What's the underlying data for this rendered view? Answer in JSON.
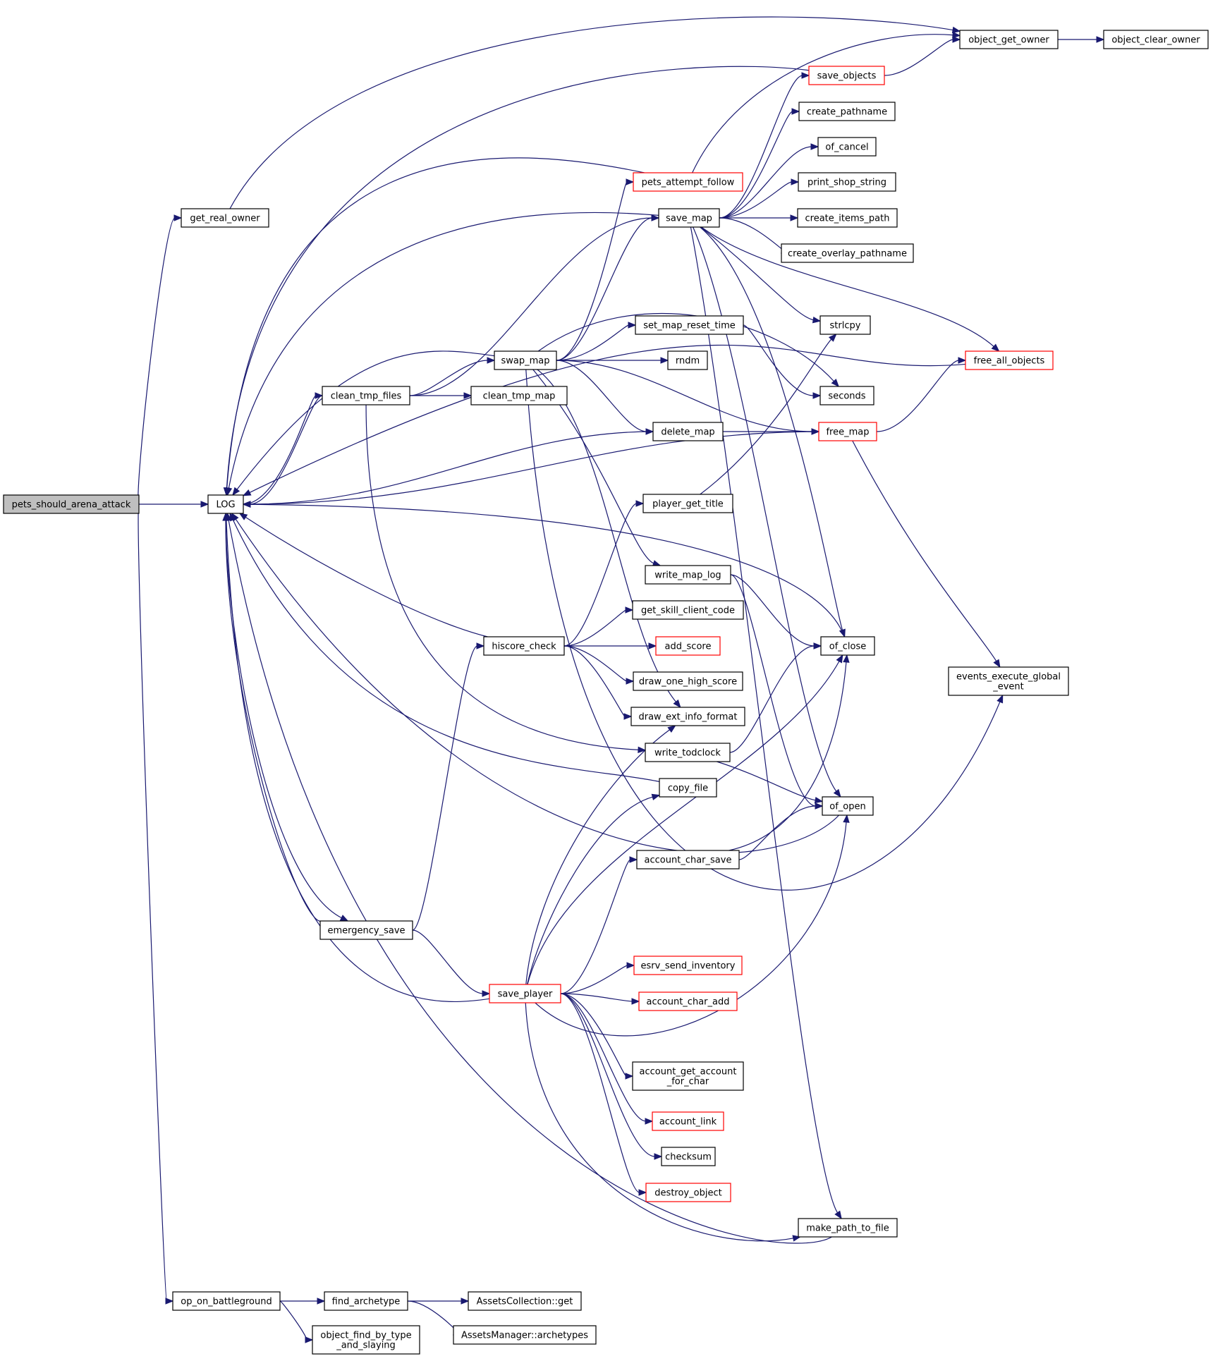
{
  "graph": {
    "edge_color": "#191970",
    "red_border_color": "#ff0000",
    "root_fill": "#bfbfbf",
    "nodes": [
      {
        "id": "pets_should_arena_attack",
        "label": "pets_should_arena_attack",
        "style": "root"
      },
      {
        "id": "LOG",
        "label": "LOG"
      },
      {
        "id": "get_real_owner",
        "label": "get_real_owner"
      },
      {
        "id": "op_on_battleground",
        "label": "op_on_battleground"
      },
      {
        "id": "object_get_owner",
        "label": "object_get_owner"
      },
      {
        "id": "object_clear_owner",
        "label": "object_clear_owner"
      },
      {
        "id": "save_objects",
        "label": "save_objects",
        "style": "red"
      },
      {
        "id": "create_pathname",
        "label": "create_pathname"
      },
      {
        "id": "of_cancel",
        "label": "of_cancel"
      },
      {
        "id": "pets_attempt_follow",
        "label": "pets_attempt_follow",
        "style": "red"
      },
      {
        "id": "print_shop_string",
        "label": "print_shop_string"
      },
      {
        "id": "save_map",
        "label": "save_map"
      },
      {
        "id": "create_items_path",
        "label": "create_items_path"
      },
      {
        "id": "create_overlay_pathname",
        "label": "create_overlay_pathname"
      },
      {
        "id": "strlcpy",
        "label": "strlcpy"
      },
      {
        "id": "set_map_reset_time",
        "label": "set_map_reset_time"
      },
      {
        "id": "swap_map",
        "label": "swap_map"
      },
      {
        "id": "rndm",
        "label": "rndm"
      },
      {
        "id": "free_all_objects",
        "label": "free_all_objects",
        "style": "red"
      },
      {
        "id": "clean_tmp_files",
        "label": "clean_tmp_files"
      },
      {
        "id": "clean_tmp_map",
        "label": "clean_tmp_map"
      },
      {
        "id": "seconds",
        "label": "seconds"
      },
      {
        "id": "delete_map",
        "label": "delete_map"
      },
      {
        "id": "free_map",
        "label": "free_map",
        "style": "red"
      },
      {
        "id": "player_get_title",
        "label": "player_get_title"
      },
      {
        "id": "write_map_log",
        "label": "write_map_log"
      },
      {
        "id": "get_skill_client_code",
        "label": "get_skill_client_code"
      },
      {
        "id": "hiscore_check",
        "label": "hiscore_check"
      },
      {
        "id": "add_score",
        "label": "add_score",
        "style": "red"
      },
      {
        "id": "of_close",
        "label": "of_close"
      },
      {
        "id": "draw_one_high_score",
        "label": "draw_one_high_score"
      },
      {
        "id": "events_execute_global_event",
        "label": "events_execute_global\n_event"
      },
      {
        "id": "draw_ext_info_format",
        "label": "draw_ext_info_format"
      },
      {
        "id": "write_todclock",
        "label": "write_todclock"
      },
      {
        "id": "copy_file",
        "label": "copy_file"
      },
      {
        "id": "of_open",
        "label": "of_open"
      },
      {
        "id": "account_char_save",
        "label": "account_char_save"
      },
      {
        "id": "emergency_save",
        "label": "emergency_save"
      },
      {
        "id": "esrv_send_inventory",
        "label": "esrv_send_inventory",
        "style": "red"
      },
      {
        "id": "save_player",
        "label": "save_player",
        "style": "red"
      },
      {
        "id": "account_char_add",
        "label": "account_char_add",
        "style": "red"
      },
      {
        "id": "account_get_account_for_char",
        "label": "account_get_account\n_for_char"
      },
      {
        "id": "account_link",
        "label": "account_link",
        "style": "red"
      },
      {
        "id": "checksum",
        "label": "checksum"
      },
      {
        "id": "destroy_object",
        "label": "destroy_object",
        "style": "red"
      },
      {
        "id": "make_path_to_file",
        "label": "make_path_to_file"
      },
      {
        "id": "find_archetype",
        "label": "find_archetype"
      },
      {
        "id": "AssetsCollection_get",
        "label": "AssetsCollection::get"
      },
      {
        "id": "object_find_by_type_and_slaying",
        "label": "object_find_by_type\n_and_slaying"
      },
      {
        "id": "AssetsManager_archetypes",
        "label": "AssetsManager::archetypes"
      }
    ],
    "edges": [
      [
        "pets_should_arena_attack",
        "get_real_owner"
      ],
      [
        "pets_should_arena_attack",
        "LOG"
      ],
      [
        "pets_should_arena_attack",
        "op_on_battleground"
      ],
      [
        "get_real_owner",
        "object_get_owner"
      ],
      [
        "object_get_owner",
        "object_clear_owner"
      ],
      [
        "save_objects",
        "object_get_owner"
      ],
      [
        "save_objects",
        "LOG"
      ],
      [
        "pets_attempt_follow",
        "object_get_owner"
      ],
      [
        "pets_attempt_follow",
        "LOG"
      ],
      [
        "save_map",
        "LOG"
      ],
      [
        "save_map",
        "save_objects"
      ],
      [
        "save_map",
        "create_pathname"
      ],
      [
        "save_map",
        "of_cancel"
      ],
      [
        "save_map",
        "print_shop_string"
      ],
      [
        "save_map",
        "create_items_path"
      ],
      [
        "save_map",
        "create_overlay_pathname"
      ],
      [
        "save_map",
        "strlcpy"
      ],
      [
        "save_map",
        "free_all_objects"
      ],
      [
        "save_map",
        "of_close"
      ],
      [
        "save_map",
        "of_open"
      ],
      [
        "save_map",
        "make_path_to_file"
      ],
      [
        "swap_map",
        "pets_attempt_follow"
      ],
      [
        "swap_map",
        "save_map"
      ],
      [
        "swap_map",
        "set_map_reset_time"
      ],
      [
        "swap_map",
        "rndm"
      ],
      [
        "swap_map",
        "free_map"
      ],
      [
        "swap_map",
        "delete_map"
      ],
      [
        "swap_map",
        "LOG"
      ],
      [
        "swap_map",
        "write_map_log"
      ],
      [
        "swap_map",
        "draw_ext_info_format"
      ],
      [
        "swap_map",
        "events_execute_global_event"
      ],
      [
        "swap_map",
        "seconds"
      ],
      [
        "clean_tmp_files",
        "LOG"
      ],
      [
        "clean_tmp_files",
        "save_map"
      ],
      [
        "clean_tmp_files",
        "swap_map"
      ],
      [
        "clean_tmp_files",
        "clean_tmp_map"
      ],
      [
        "clean_tmp_files",
        "write_todclock"
      ],
      [
        "set_map_reset_time",
        "seconds"
      ],
      [
        "free_all_objects",
        "LOG"
      ],
      [
        "delete_map",
        "LOG"
      ],
      [
        "delete_map",
        "free_map"
      ],
      [
        "free_map",
        "LOG"
      ],
      [
        "free_map",
        "free_all_objects"
      ],
      [
        "free_map",
        "events_execute_global_event"
      ],
      [
        "player_get_title",
        "strlcpy"
      ],
      [
        "write_map_log",
        "of_close"
      ],
      [
        "write_map_log",
        "of_open"
      ],
      [
        "hiscore_check",
        "LOG"
      ],
      [
        "hiscore_check",
        "player_get_title"
      ],
      [
        "hiscore_check",
        "get_skill_client_code"
      ],
      [
        "hiscore_check",
        "add_score"
      ],
      [
        "hiscore_check",
        "draw_one_high_score"
      ],
      [
        "hiscore_check",
        "draw_ext_info_format"
      ],
      [
        "of_close",
        "LOG"
      ],
      [
        "write_todclock",
        "of_close"
      ],
      [
        "write_todclock",
        "of_open"
      ],
      [
        "copy_file",
        "LOG"
      ],
      [
        "of_open",
        "LOG"
      ],
      [
        "account_char_save",
        "of_open"
      ],
      [
        "account_char_save",
        "of_close"
      ],
      [
        "emergency_save",
        "LOG"
      ],
      [
        "emergency_save",
        "hiscore_check"
      ],
      [
        "emergency_save",
        "save_player"
      ],
      [
        "save_player",
        "LOG"
      ],
      [
        "save_player",
        "draw_ext_info_format"
      ],
      [
        "save_player",
        "copy_file"
      ],
      [
        "save_player",
        "account_char_save"
      ],
      [
        "save_player",
        "of_close"
      ],
      [
        "save_player",
        "of_open"
      ],
      [
        "save_player",
        "esrv_send_inventory"
      ],
      [
        "save_player",
        "account_char_add"
      ],
      [
        "save_player",
        "account_get_account_for_char"
      ],
      [
        "save_player",
        "account_link"
      ],
      [
        "save_player",
        "checksum"
      ],
      [
        "save_player",
        "destroy_object"
      ],
      [
        "save_player",
        "make_path_to_file"
      ],
      [
        "LOG",
        "clean_tmp_files"
      ],
      [
        "LOG",
        "emergency_save"
      ],
      [
        "make_path_to_file",
        "LOG"
      ],
      [
        "op_on_battleground",
        "find_archetype"
      ],
      [
        "op_on_battleground",
        "object_find_by_type_and_slaying"
      ],
      [
        "find_archetype",
        "AssetsCollection_get"
      ],
      [
        "find_archetype",
        "AssetsManager_archetypes"
      ]
    ]
  }
}
